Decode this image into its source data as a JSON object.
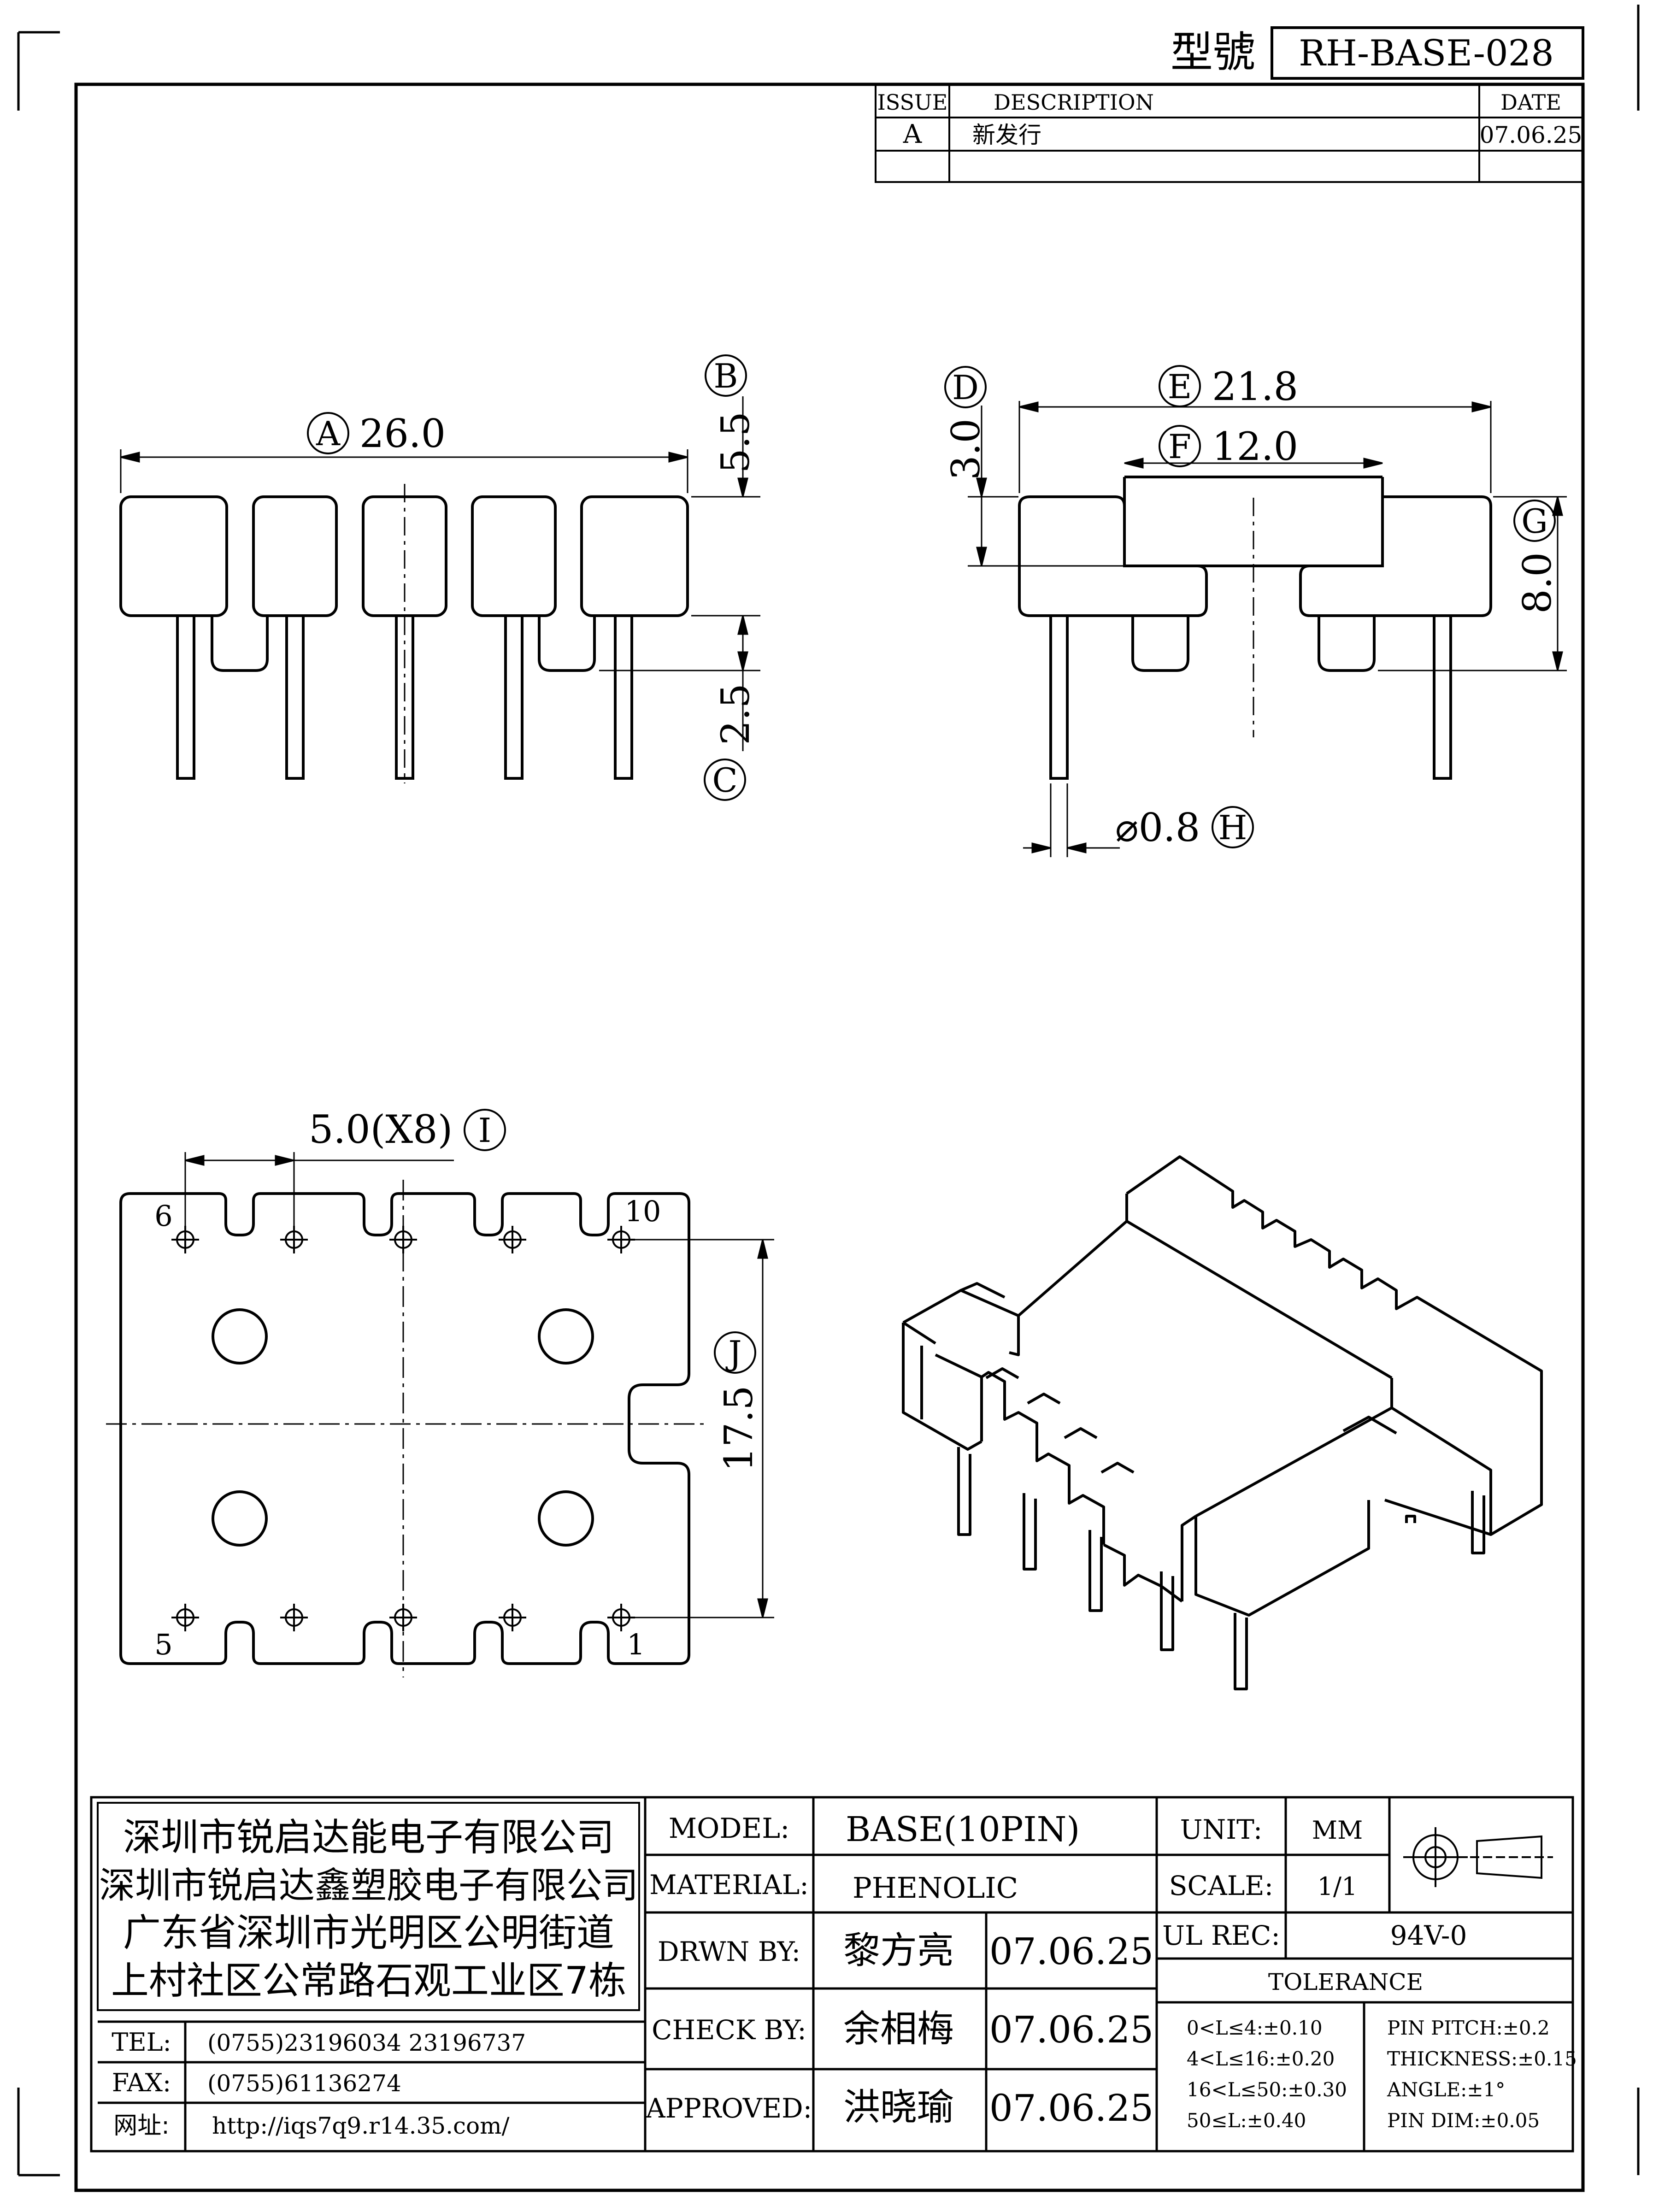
{
  "title_block": {
    "model_no_label": "型號",
    "model_no": "RH-BASE-028"
  },
  "revision": {
    "headers": {
      "issue": "ISSUE",
      "description": "DESCRIPTION",
      "date": "DATE"
    },
    "rows": [
      {
        "issue": "A",
        "description": "新发行",
        "date": "07.06.25"
      }
    ]
  },
  "side_view": {
    "A": {
      "letter": "A",
      "value": "26.0"
    },
    "B": {
      "letter": "B",
      "value": "5.5"
    },
    "C": {
      "letter": "C",
      "value": "2.5"
    }
  },
  "end_view": {
    "D": {
      "letter": "D",
      "value": "3.0"
    },
    "E": {
      "letter": "E",
      "value": "21.8"
    },
    "F": {
      "letter": "F",
      "value": "12.0"
    },
    "G": {
      "letter": "G",
      "value": "8.0"
    },
    "H": {
      "letter": "H",
      "value": "⌀0.8"
    }
  },
  "bottom_view": {
    "I": {
      "letter": "I",
      "value": "5.0(X8)"
    },
    "J": {
      "letter": "J",
      "value": "17.5"
    },
    "pins": {
      "p6": "6",
      "p10": "10",
      "p5": "5",
      "p1": "1"
    }
  },
  "company": {
    "lines": [
      "深圳市锐启达能电子有限公司",
      "深圳市锐启达鑫塑胶电子有限公司",
      "广东省深圳市光明区公明街道",
      "上村社区公常路石观工业区7栋"
    ],
    "tel_label": "TEL:",
    "tel": "(0755)23196034  23196737",
    "fax_label": "FAX:",
    "fax": "(0755)61136274",
    "web_label": "网址:",
    "web": "http://iqs7q9.r14.35.com/"
  },
  "specs": {
    "model_label": "MODEL:",
    "model": "BASE(10PIN)",
    "material_label": "MATERIAL:",
    "material": "PHENOLIC",
    "drawn_label": "DRWN BY:",
    "drawn_by": "黎方亮",
    "drawn_date": "07.06.25",
    "check_label": "CHECK BY:",
    "check_by": "余相梅",
    "check_date": "07.06.25",
    "approved_label": "APPROVED:",
    "approved_by": "洪晓瑜",
    "approved_date": "07.06.25",
    "unit_label": "UNIT:",
    "unit": "MM",
    "scale_label": "SCALE:",
    "scale": "1/1",
    "ul_label": "UL REC:",
    "ul": "94V-0",
    "tolerance_title": "TOLERANCE",
    "tolerance_left": [
      "0<L≤4:±0.10",
      "4<L≤16:±0.20",
      "16<L≤50:±0.30",
      "50≤L:±0.40"
    ],
    "tolerance_right": [
      "PIN PITCH:±0.2",
      "THICKNESS:±0.15",
      "ANGLE:±1°",
      "PIN DIM:±0.05"
    ]
  }
}
